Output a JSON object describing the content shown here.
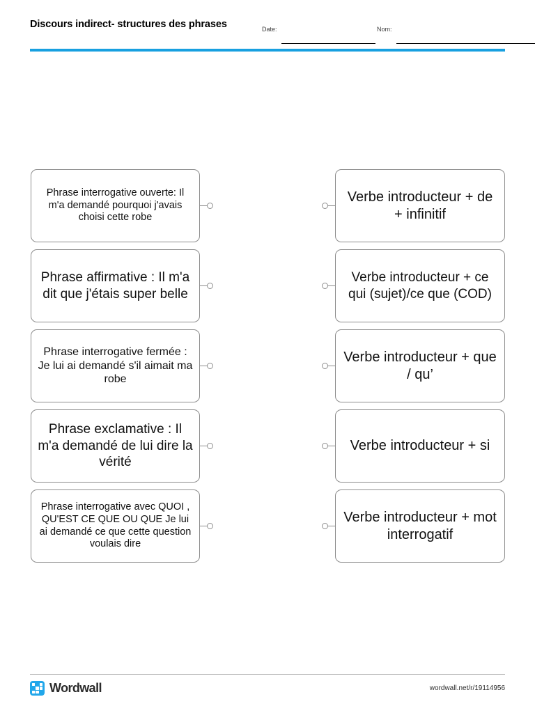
{
  "header": {
    "title": "Discours indirect- structures des phrases",
    "date_label": "Date:",
    "nom_label": "Nom:",
    "date_value": "",
    "nom_value": "",
    "accent_color": "#18a0e0"
  },
  "board": {
    "left_items": [
      "Phrase interrogative ouverte: Il m'a demandé pourquoi j'avais choisi cette robe",
      "Phrase affirmative : Il m'a dit que j'étais super belle",
      "Phrase interrogative fermée : Je lui ai demandé s'il aimait ma robe",
      "Phrase exclamative : Il m'a demandé de lui dire la vérité",
      "Phrase interrogative avec QUOI , QU'EST CE QUE OU QUE Je lui ai demandé ce que cette question voulais dire"
    ],
    "right_items": [
      "Verbe introducteur + de + infinitif",
      "Verbe introducteur + ce qui (sujet)/ce que (COD)",
      "Verbe introducteur + que / qu’",
      "Verbe introducteur + si",
      "Verbe introducteur + mot interrogatif"
    ]
  },
  "footer": {
    "brand_name": "Wordwall",
    "url": "wordwall.net/r/19114956",
    "brand_color": "#22a7ea"
  }
}
